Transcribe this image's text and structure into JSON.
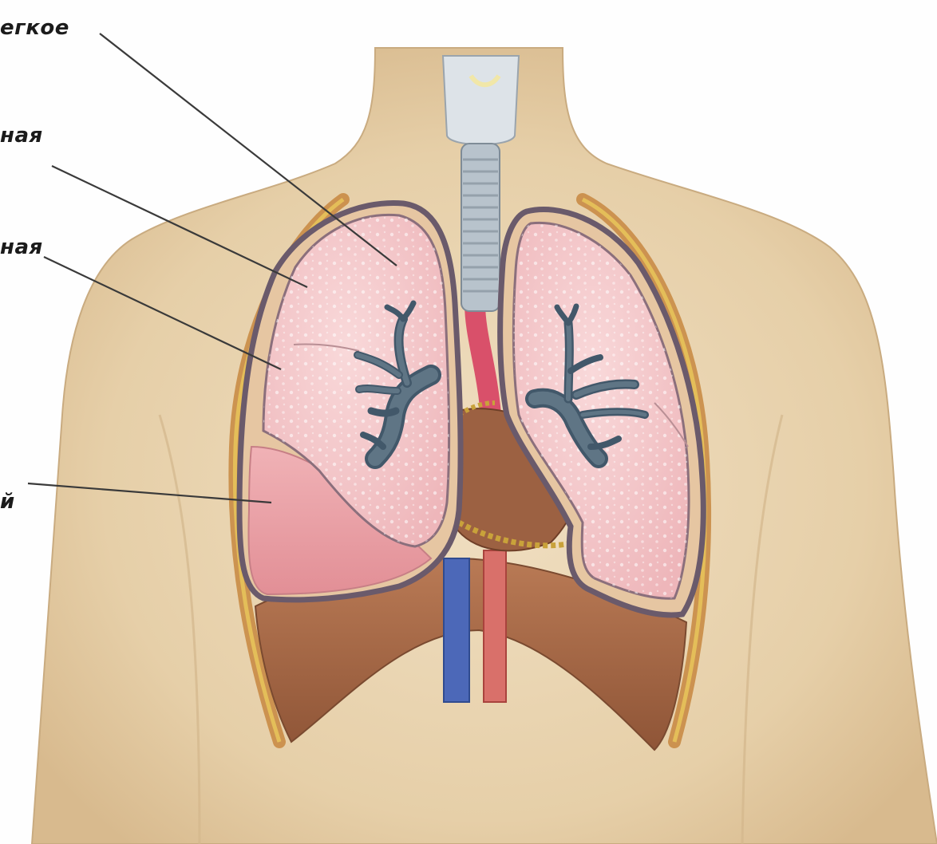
{
  "labels": [
    {
      "id": "lung",
      "text": "егкое"
    },
    {
      "id": "pleura-parietal",
      "text": "ная"
    },
    {
      "id": "pleura-visceral",
      "text": "ная"
    },
    {
      "id": "pleural-cavity",
      "text": "й"
    }
  ],
  "colors": {
    "skin": "#e9d5b3",
    "skin_shadow": "#d9be95",
    "lung": "#f4c6c8",
    "lung_outline": "#6a5a6b",
    "bronchi": "#5f7585",
    "collapsed_lung": "#e9a1a6",
    "diaphragm": "#a86a48",
    "heart": "#9c6142",
    "vein": "#4c68b8",
    "artery": "#d9706a",
    "trachea": "#c7cfd6",
    "leader_line": "#3a3a3a"
  }
}
